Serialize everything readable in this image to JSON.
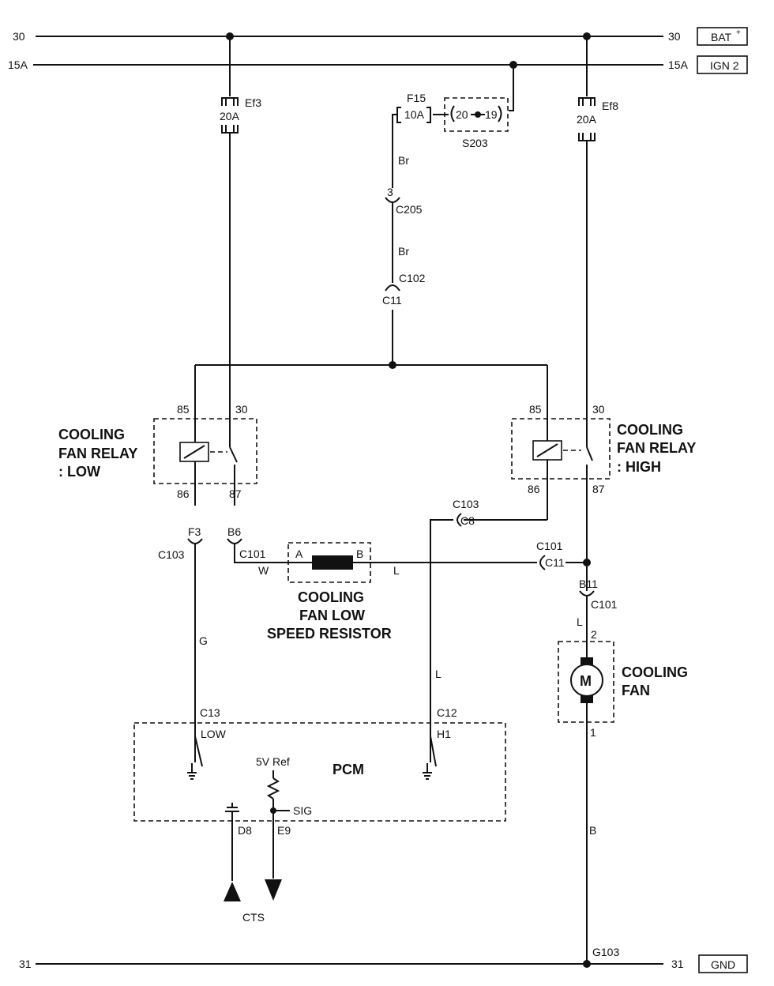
{
  "rails": {
    "bat_left": "30",
    "bat_right": "30",
    "bat_label": "BAT",
    "ign_left": "15A",
    "ign_right": "15A",
    "ign_label": "IGN 2",
    "gnd_left": "31",
    "gnd_right": "31",
    "gnd_label": "GND"
  },
  "fuses": {
    "ef3_name": "Ef3",
    "ef3_rating": "20A",
    "ef8_name": "Ef8",
    "ef8_rating": "20A",
    "f15_name": "F15",
    "f15_rating": "10A"
  },
  "splice": {
    "name": "S203",
    "pin_a": "20",
    "pin_b": "19"
  },
  "connectors": {
    "c205_pin": "3",
    "c205": "C205",
    "c102": "C102",
    "c102_pin": "C11",
    "low_86_conn_pin": "F3",
    "low_86_conn": "C103",
    "low_87_conn_pin": "B6",
    "low_87_conn": "C101",
    "high_86_conn": "C103",
    "high_86_conn_pin": "C8",
    "high_87_conn": "C101",
    "high_87_conn_pin": "C11",
    "fan_conn_pin": "B11",
    "fan_conn": "C101",
    "pcm_low_conn": "C13",
    "pcm_high_conn": "C12",
    "ground": "G103"
  },
  "wire_colors": {
    "br_upper": "Br",
    "br_lower": "Br",
    "w": "W",
    "l_resistor": "L",
    "g": "G",
    "l_pcm": "L",
    "l_fan": "L",
    "b": "B"
  },
  "relay_low": {
    "title": [
      "COOLING",
      "FAN RELAY",
      ": LOW"
    ],
    "pin85": "85",
    "pin30": "30",
    "pin86": "86",
    "pin87": "87"
  },
  "relay_high": {
    "title": [
      "COOLING",
      "FAN RELAY",
      ": HIGH"
    ],
    "pin85": "85",
    "pin30": "30",
    "pin86": "86",
    "pin87": "87"
  },
  "resistor": {
    "title": [
      "COOLING",
      "FAN LOW",
      "SPEED RESISTOR"
    ],
    "pin_a": "A",
    "pin_b": "B"
  },
  "fan": {
    "title": [
      "COOLING",
      "FAN"
    ],
    "symbol": "M",
    "pin_top": "2",
    "pin_bottom": "1"
  },
  "pcm": {
    "title": "PCM",
    "low": "LOW",
    "h1": "H1",
    "ref": "5V Ref",
    "sig": "SIG",
    "pin_d8": "D8",
    "pin_e9": "E9"
  },
  "cts": {
    "label": "CTS"
  }
}
